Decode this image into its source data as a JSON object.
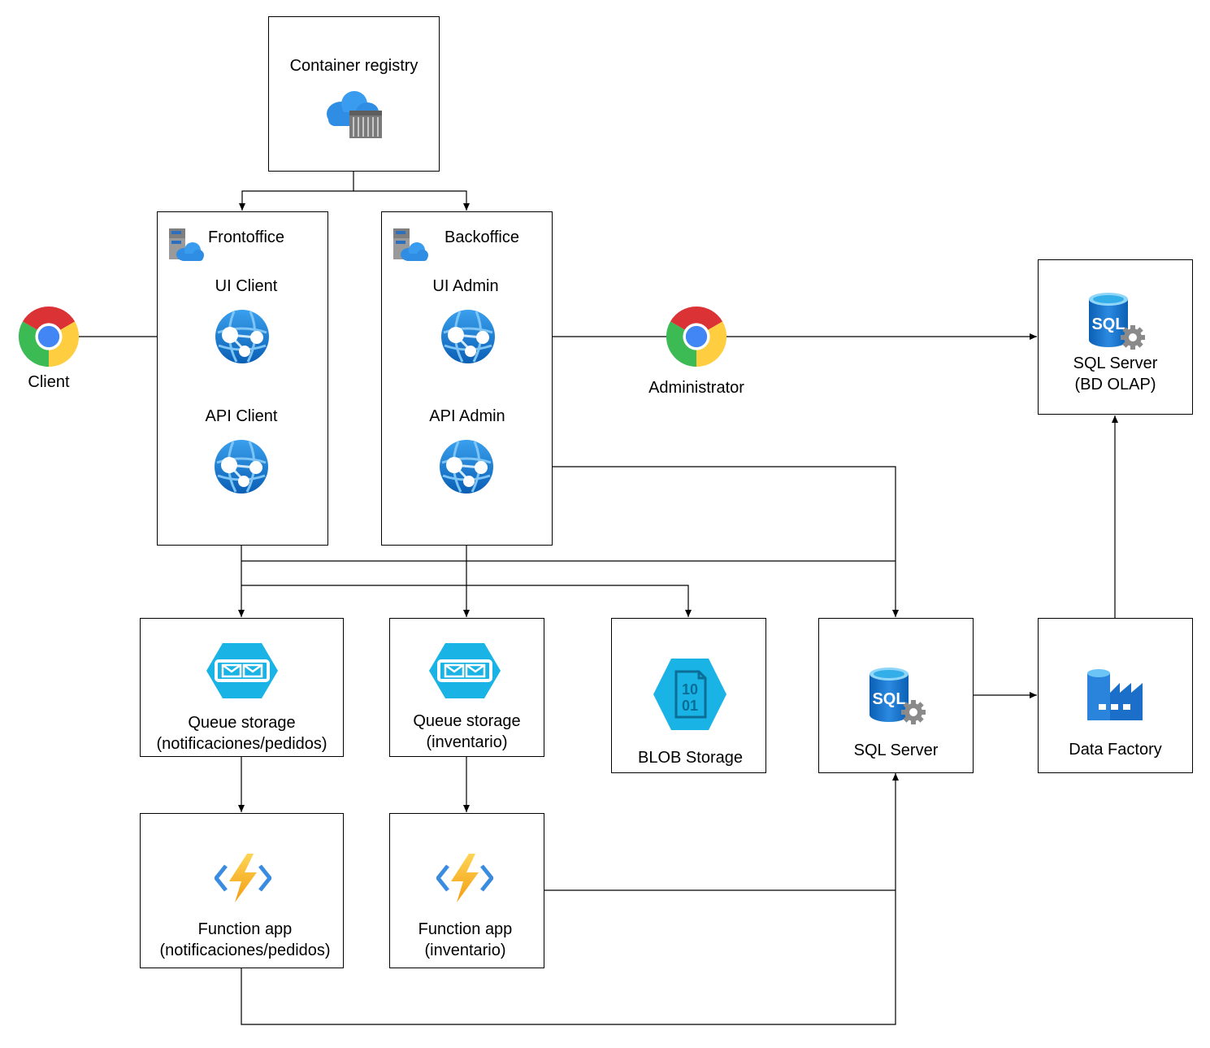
{
  "nodes": {
    "container_registry": "Container registry",
    "frontoffice": "Frontoffice",
    "backoffice": "Backoffice",
    "ui_client": "UI Client",
    "api_client": "API Client",
    "ui_admin": "UI Admin",
    "api_admin": "API Admin",
    "client": "Client",
    "administrator": "Administrator",
    "sql_olap_line1": "SQL Server",
    "sql_olap_line2": "(BD OLAP)",
    "queue_notif_line1": "Queue storage",
    "queue_notif_line2": "(notificaciones/pedidos)",
    "queue_inv_line1": "Queue storage",
    "queue_inv_line2": "(inventario)",
    "blob": "BLOB Storage",
    "sql_server": "SQL Server",
    "data_factory": "Data Factory",
    "func_notif_line1": "Function app",
    "func_notif_line2": "(notificaciones/pedidos)",
    "func_inv_line1": "Function app",
    "func_inv_line2": "(inventario)"
  },
  "icon_glyphs": {
    "sql": "SQL",
    "blob_bits_line1": "10",
    "blob_bits_line2": "01"
  },
  "icons": {
    "container_registry": "cloud-container-icon",
    "app_service": "server-cloud-icon",
    "web_app": "web-app-globe-icon",
    "browser": "chrome-browser-icon",
    "sql": "sql-database-icon",
    "queue": "queue-storage-icon",
    "blob": "blob-storage-icon",
    "function": "function-app-icon",
    "factory": "data-factory-icon"
  },
  "colors": {
    "azure_blue": "#1b75d0",
    "queue_cyan": "#1ab3e6",
    "function_yellow": "#fcc21c",
    "chrome_red": "#db3236",
    "chrome_yellow": "#ffcd40",
    "chrome_green": "#3cba54",
    "chrome_blue": "#4285f4"
  }
}
